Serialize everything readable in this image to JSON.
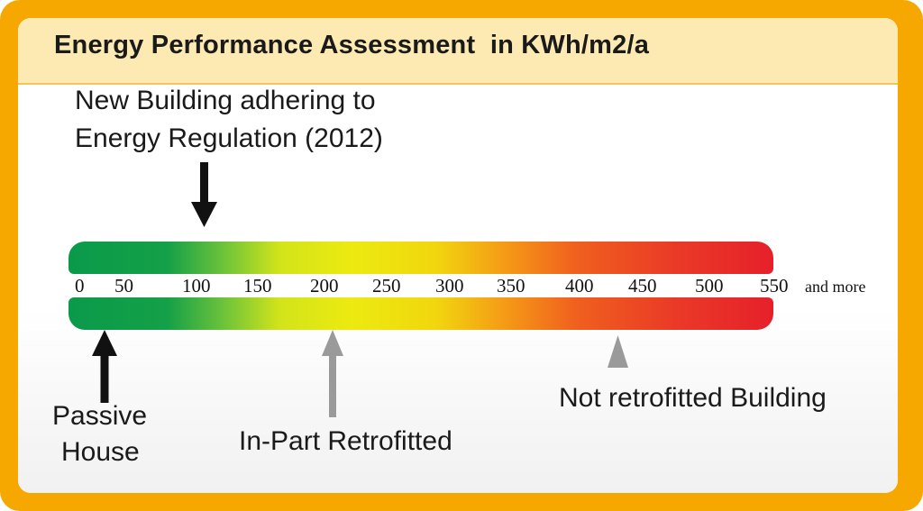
{
  "title": "Energy Performance Assessment  in KWh/m2/a",
  "scale": {
    "ticks": [
      "0",
      "50",
      "100",
      "150",
      "200",
      "250",
      "300",
      "350",
      "400",
      "450",
      "500",
      "550"
    ],
    "more_label": "and more"
  },
  "annotations": {
    "new_building": {
      "line1": "New Building adhering to",
      "line2": "Energy Regulation (2012)",
      "value": 100
    },
    "passive_house": {
      "line1": "Passive",
      "line2": "House",
      "value": 15
    },
    "in_part_retrofitted": {
      "text": "In-Part Retrofitted",
      "value": 200
    },
    "not_retrofitted": {
      "text": "Not retrofitted Building",
      "value": 420
    }
  },
  "colors": {
    "frame": "#f7a800",
    "header_bg": "#fde9b2",
    "scale_low": "#0a9a4a",
    "scale_mid": "#ecea10",
    "scale_high": "#e6202a",
    "arrow_black": "#111111",
    "arrow_gray": "#9a9a9a"
  }
}
